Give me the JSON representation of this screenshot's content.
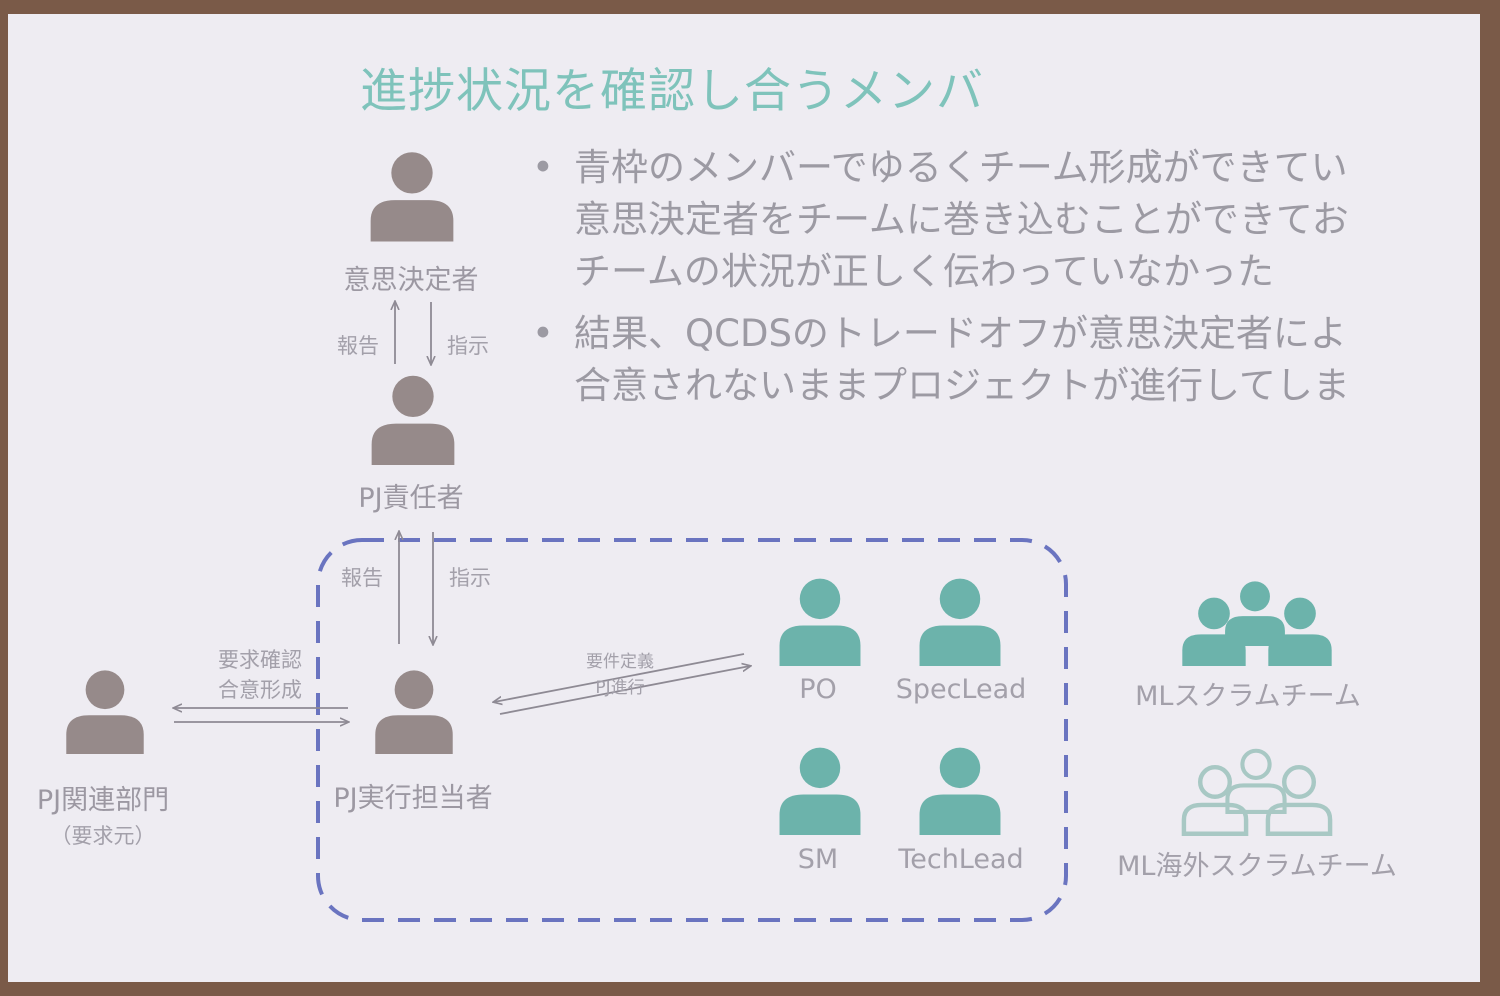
{
  "title": "進捗状況を確認し合うメンバ",
  "bullets": [
    {
      "lines": [
        "青枠のメンバーでゆるくチーム形成ができてい",
        "意思決定者をチームに巻き込むことができてお",
        "チームの状況が正しく伝わっていなかった"
      ]
    },
    {
      "lines": [
        "結果、QCDSのトレードオフが意思決定者によ",
        "合意されないままプロジェクトが進行してしま"
      ]
    }
  ],
  "bullet_symbol": "•",
  "nodes": {
    "decision_maker": "意思決定者",
    "pj_manager": "PJ責任者",
    "pj_executor": "PJ実行担当者",
    "related_dept": "PJ関連部門",
    "related_dept_sub": "（要求元）",
    "po": "PO",
    "spec_lead": "SpecLead",
    "sm": "SM",
    "tech_lead": "TechLead",
    "ml_scrum_team": "MLスクラムチーム",
    "ml_overseas_team": "ML海外スクラムチーム"
  },
  "edges": {
    "report_upper": "報告",
    "instruct_upper": "指示",
    "report_lower": "報告",
    "instruct_lower": "指示",
    "req_confirm": "要求確認",
    "consensus": "合意形成",
    "req_def": "要件定義",
    "pj_progress": "PJ進行"
  },
  "colors": {
    "person_gray": "#968a8a",
    "person_teal": "#6cb3ab",
    "team_outline": "#a8c8c4",
    "dashed_box": "#6a74c0",
    "arrow": "#8e8a94"
  }
}
